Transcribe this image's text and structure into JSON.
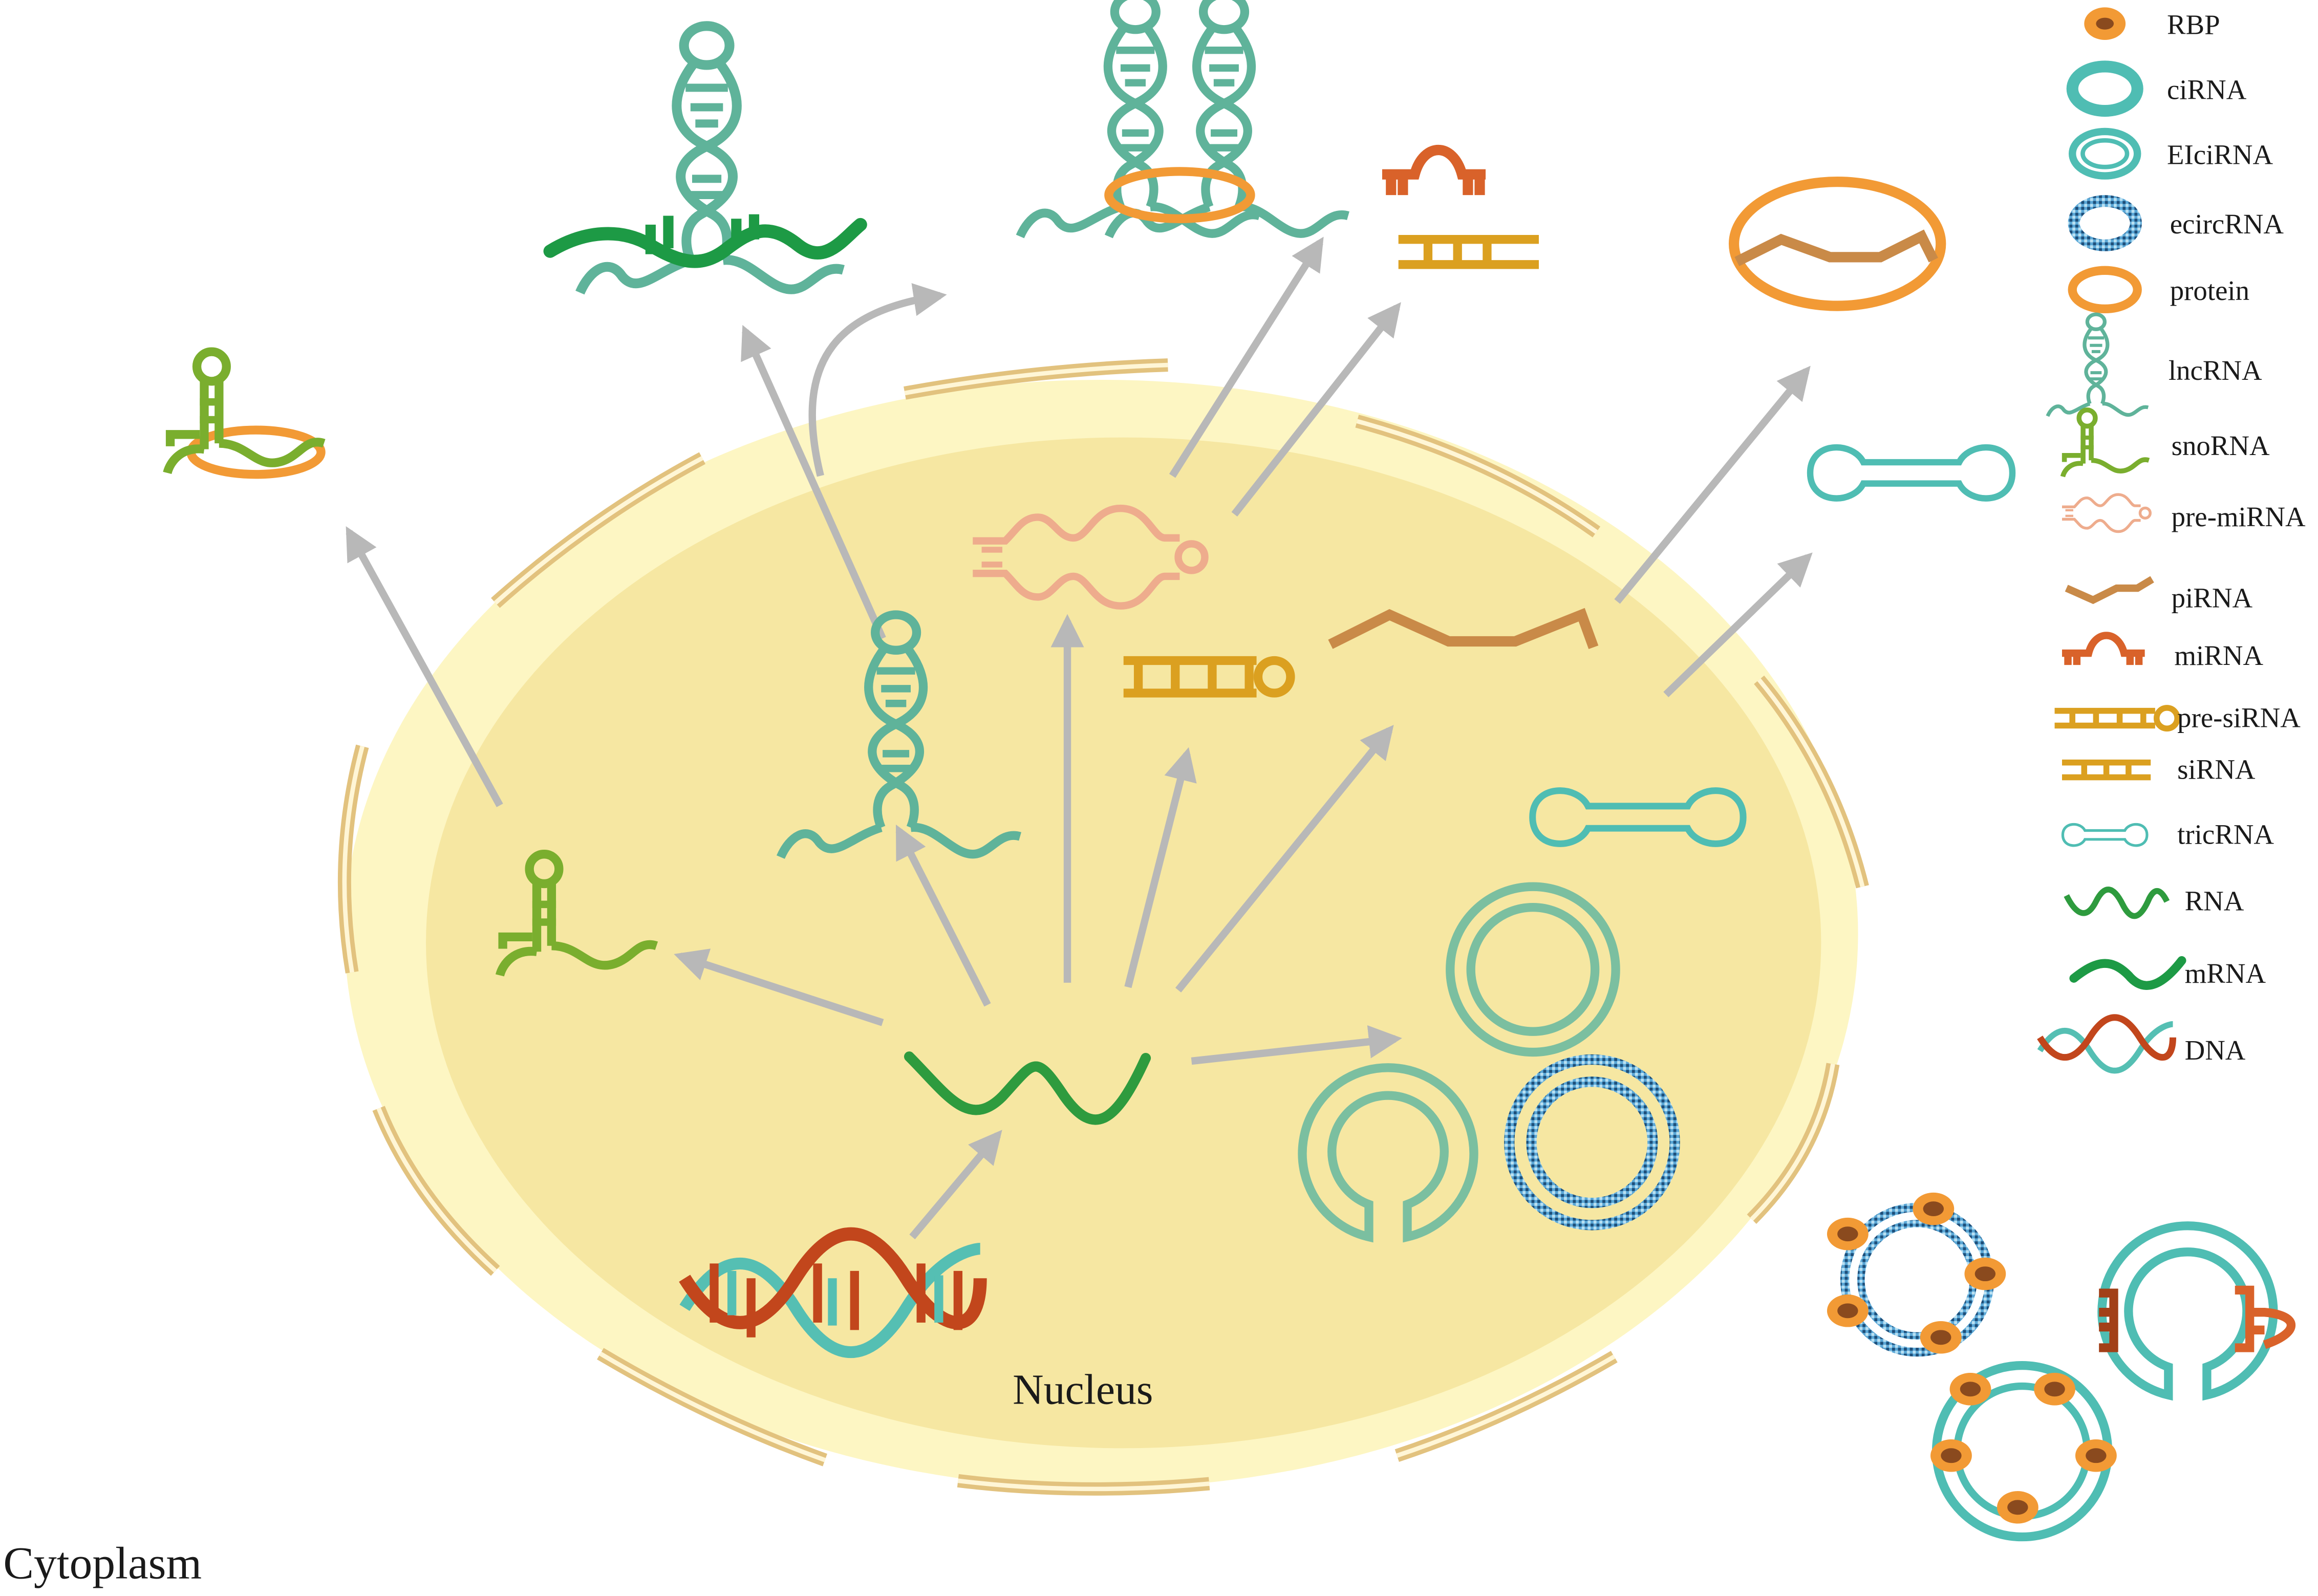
{
  "labels": {
    "nucleus": "Nucleus",
    "cytoplasm": "Cytoplasm"
  },
  "legend": [
    {
      "icon": "rbp-icon",
      "label": "RBP"
    },
    {
      "icon": "cirna-icon",
      "label": "ciRNA"
    },
    {
      "icon": "elcirna-icon",
      "label": "EIciRNA"
    },
    {
      "icon": "ecircrna-icon",
      "label": "ecircRNA"
    },
    {
      "icon": "protein-icon",
      "label": "protein"
    },
    {
      "icon": "lncrna-icon",
      "label": "lncRNA"
    },
    {
      "icon": "snorna-icon",
      "label": "snoRNA"
    },
    {
      "icon": "pre-mirna-icon",
      "label": "pre-miRNA"
    },
    {
      "icon": "pirna-icon",
      "label": "piRNA"
    },
    {
      "icon": "mirna-icon",
      "label": "miRNA"
    },
    {
      "icon": "pre-sirna-icon",
      "label": "pre-siRNA"
    },
    {
      "icon": "sirna-icon",
      "label": "siRNA"
    },
    {
      "icon": "tricrna-icon",
      "label": "tricRNA"
    },
    {
      "icon": "rna-icon",
      "label": "RNA"
    },
    {
      "icon": "mrna-icon",
      "label": "mRNA"
    },
    {
      "icon": "dna-icon",
      "label": "DNA"
    }
  ],
  "colors": {
    "cell_outer": "#fdf6c3",
    "nucleus_fill": "#f6e7a2",
    "membrane": "#e2c27e",
    "arrow": "#b8b8b8",
    "lncrna": "#5fb39a",
    "snorna": "#7aae2e",
    "rna_green": "#2e9b3e",
    "mrna_green": "#1d9a45",
    "protein_orange": "#f29a35",
    "pre_mirna": "#eeac8d",
    "pirna": "#c98a48",
    "mirna": "#d9622a",
    "sirna": "#dba020",
    "tricrna": "#4fbdb3",
    "circ_green": "#7bbfa0",
    "ecirc_blue": "#5aa7d6",
    "rbp_dark": "#8a4a1e",
    "dna_red": "#c2461c",
    "dna_teal": "#55bfb3"
  }
}
